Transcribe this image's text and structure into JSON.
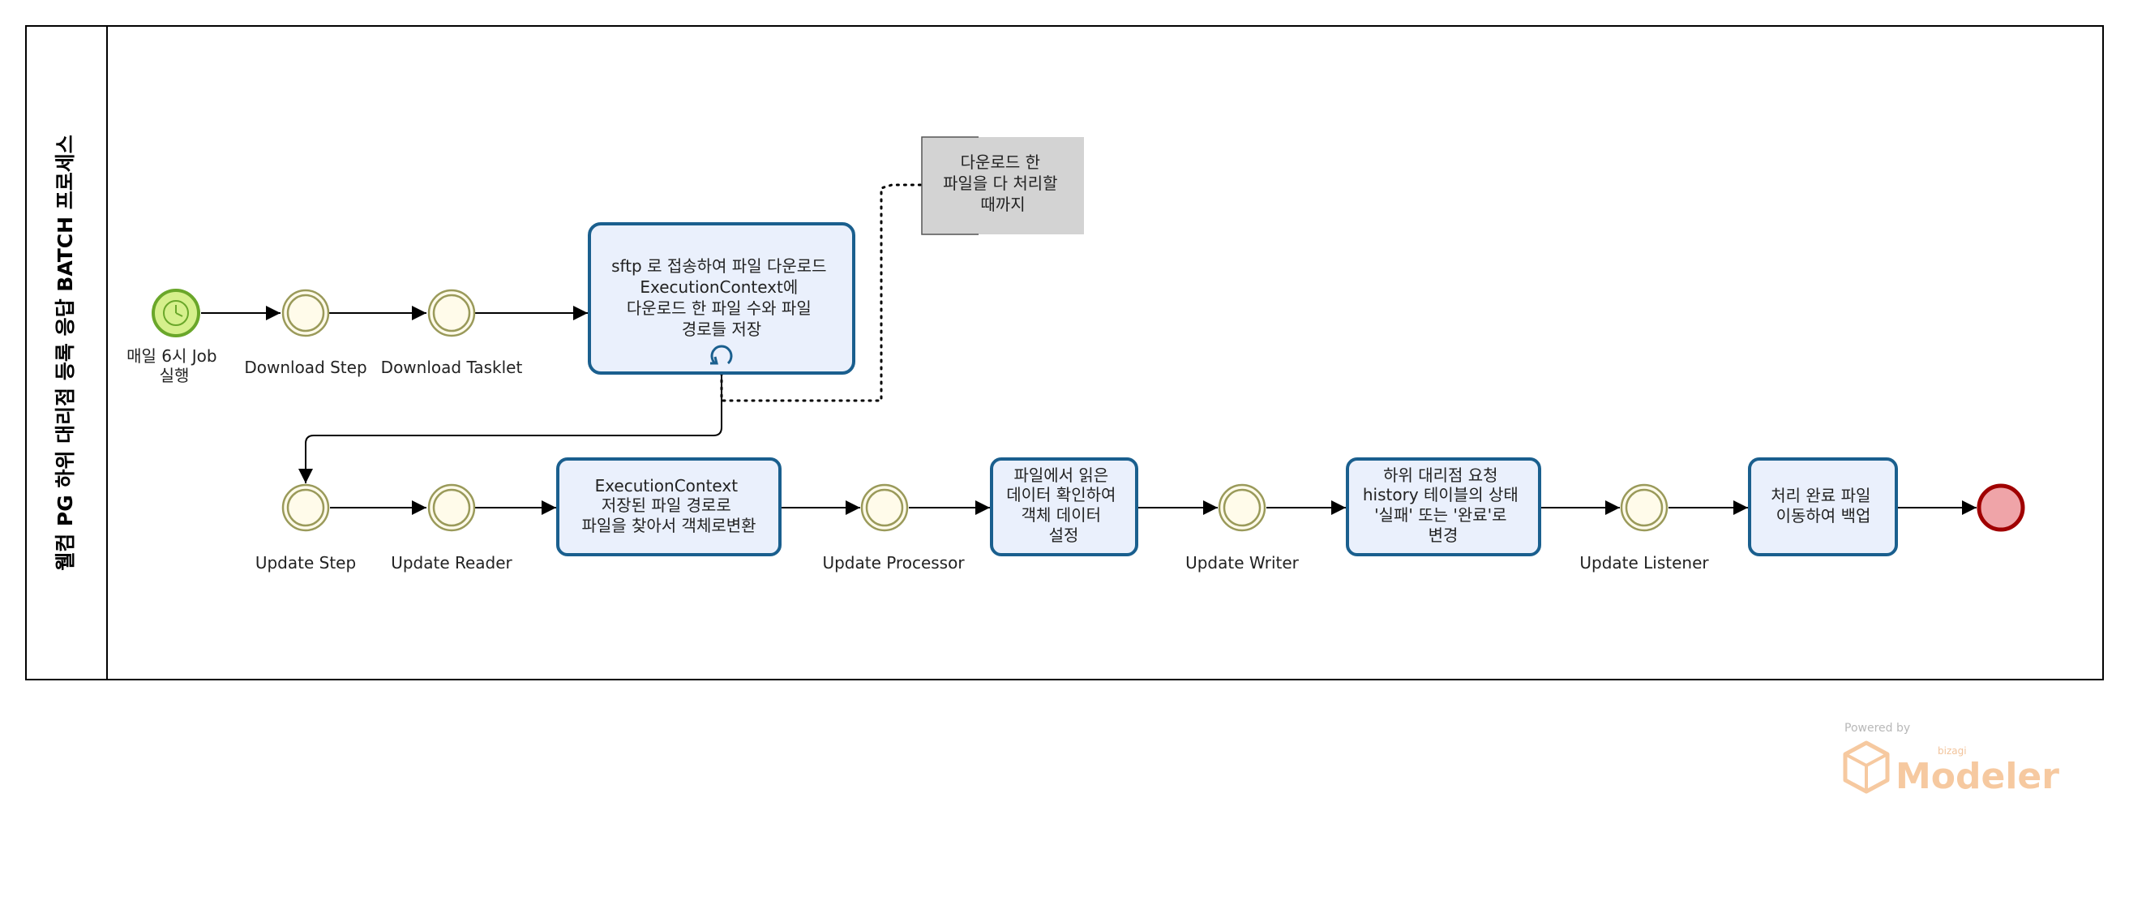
{
  "pool": {
    "title": "웰컴 PG 하위 대리점 등록 응답 BATCH 프로세스"
  },
  "events": {
    "start_label": [
      "매일 6시 Job",
      "실행"
    ],
    "download_step": "Download Step",
    "download_tasklet": "Download Tasklet",
    "update_step": "Update Step",
    "update_reader": "Update Reader",
    "update_processor": "Update Processor",
    "update_writer": "Update Writer",
    "update_listener": "Update Listener"
  },
  "tasks": {
    "download": [
      "sftp 로 접송하여 파일 다운로드",
      "ExecutionContext에",
      "다운로드 한 파일 수와 파일",
      "경로들 저장"
    ],
    "reader": [
      "ExecutionContext",
      "저장된 파일 경로로",
      "파일을 찾아서 객체로변환"
    ],
    "processor": [
      "파일에서 읽은",
      "데이터 확인하여",
      "객체 데이터",
      "설정"
    ],
    "writer": [
      "하위 대리점 요청",
      "history 테이블의 상태",
      "'실패' 또는 '완료'로",
      "변경"
    ],
    "backup": [
      "처리 완료 파일",
      "이동하여 백업"
    ]
  },
  "annotation": {
    "text": [
      "다운로드 한",
      "파일을 다 처리할",
      "때까지"
    ]
  },
  "watermark": {
    "powered_by": "Powered by",
    "brand_small": "bizagi",
    "brand_big": "Modeler"
  },
  "colors": {
    "task_fill": "#eaf0fc",
    "task_stroke": "#1a5f8e",
    "start_fill": "#d6f08c",
    "start_stroke": "#6aa72a",
    "end_fill": "#efa4a8",
    "end_stroke": "#a00000",
    "intermediate_fill": "#fffbea",
    "intermediate_stroke": "#9a9a5a",
    "annotation_fill": "#d3d3d3"
  }
}
